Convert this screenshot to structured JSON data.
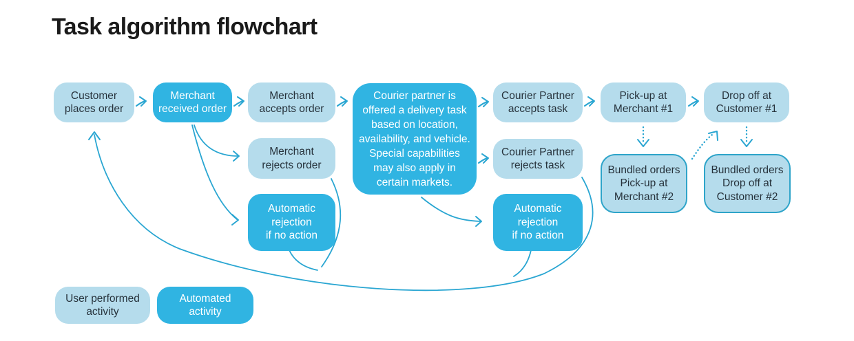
{
  "title": "Task algorithm flowchart",
  "colors": {
    "user_box": "#b5dcec",
    "automated_box": "#30b4e2",
    "line": "#2aa6d2",
    "text_dark": "#26323b",
    "text_on_automated": "#ffffff",
    "title": "#1a1a1a",
    "bundled_border": "#2ea4c9"
  },
  "nodes": [
    {
      "id": "customer",
      "kind": "user",
      "lines": [
        "Customer",
        "places order"
      ]
    },
    {
      "id": "received",
      "kind": "automated",
      "lines": [
        "Merchant",
        "received order"
      ]
    },
    {
      "id": "accepts",
      "kind": "user",
      "lines": [
        "Merchant",
        "accepts order"
      ]
    },
    {
      "id": "courier_offer",
      "kind": "automated",
      "big": true,
      "lines": [
        "Courier partner is",
        "offered a delivery task",
        "based on location,",
        "availability, and vehicle.",
        "Special capabilities",
        "may also apply in",
        "certain markets."
      ]
    },
    {
      "id": "courier_accepts",
      "kind": "user",
      "lines": [
        "Courier Partner",
        "accepts task"
      ]
    },
    {
      "id": "pickup1",
      "kind": "user",
      "lines": [
        "Pick-up at",
        "Merchant #1"
      ]
    },
    {
      "id": "dropoff1",
      "kind": "user",
      "lines": [
        "Drop off at",
        "Customer #1"
      ]
    },
    {
      "id": "rejects",
      "kind": "user",
      "lines": [
        "Merchant",
        "rejects order"
      ]
    },
    {
      "id": "courier_rejects",
      "kind": "user",
      "lines": [
        "Courier Partner",
        "rejects task"
      ]
    },
    {
      "id": "auto1",
      "kind": "automated",
      "lines": [
        "Automatic",
        "rejection",
        "if no action"
      ]
    },
    {
      "id": "auto2",
      "kind": "automated",
      "lines": [
        "Automatic",
        "rejection",
        "if no action"
      ]
    },
    {
      "id": "bundled_pickup",
      "kind": "bundled",
      "lines": [
        "Bundled orders",
        "Pick-up at",
        "Merchant #2"
      ]
    },
    {
      "id": "bundled_dropoff",
      "kind": "bundled",
      "lines": [
        "Bundled orders",
        "Drop off at",
        "Customer #2"
      ]
    }
  ],
  "legend": [
    {
      "id": "legend_user",
      "kind": "user",
      "lines": [
        "User performed",
        "activity"
      ]
    },
    {
      "id": "legend_auto",
      "kind": "automated",
      "lines": [
        "Automated",
        "activity"
      ]
    }
  ],
  "edges": [
    {
      "id": "a1",
      "from": "customer",
      "to": "received",
      "style": "arrow"
    },
    {
      "id": "a2",
      "from": "received",
      "to": "accepts",
      "style": "arrow"
    },
    {
      "id": "a3",
      "from": "accepts",
      "to": "courier_offer",
      "style": "arrow"
    },
    {
      "id": "a4",
      "from": "courier_offer",
      "to": "courier_accepts",
      "style": "arrow"
    },
    {
      "id": "a5",
      "from": "courier_offer",
      "to": "courier_rejects",
      "style": "arrow"
    },
    {
      "id": "a6",
      "from": "courier_accepts",
      "to": "pickup1",
      "style": "arrow"
    },
    {
      "id": "a7",
      "from": "pickup1",
      "to": "dropoff1",
      "style": "arrow"
    },
    {
      "id": "c1",
      "from": "received",
      "to": "rejects",
      "style": "curve"
    },
    {
      "id": "c2",
      "from": "received",
      "to": "auto1",
      "style": "curve"
    },
    {
      "id": "c3",
      "from": "courier_offer",
      "to": "auto2",
      "style": "curve"
    },
    {
      "id": "c4",
      "from": "courier_rejects",
      "to": "customer",
      "style": "curve"
    },
    {
      "id": "c5",
      "from": "rejects",
      "to": "customer",
      "style": "curve-join"
    },
    {
      "id": "c6",
      "from": "auto1",
      "to": "customer",
      "style": "curve-join"
    },
    {
      "id": "c7",
      "from": "auto2",
      "to": "customer",
      "style": "curve-join"
    },
    {
      "id": "d1",
      "from": "pickup1",
      "to": "bundled_pickup",
      "style": "dotted"
    },
    {
      "id": "d2",
      "from": "dropoff1",
      "to": "bundled_dropoff",
      "style": "dotted"
    },
    {
      "id": "d3",
      "from": "bundled_pickup",
      "to": "dropoff1",
      "style": "dotted"
    }
  ]
}
